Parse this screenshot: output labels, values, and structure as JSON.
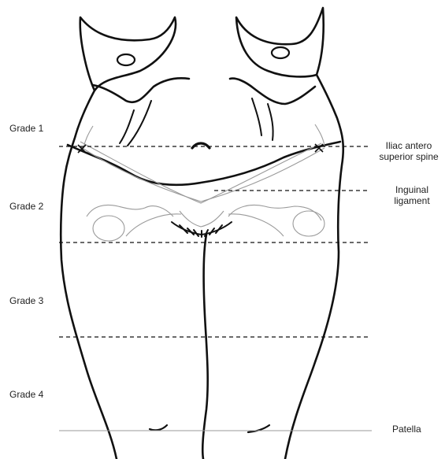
{
  "grades": [
    "Grade 1",
    "Grade 2",
    "Grade 3",
    "Grade 4"
  ],
  "landmarks": {
    "iliac_line1": "Iliac antero",
    "iliac_line2": "superior spine",
    "inguinal_line1": "Inguinal",
    "inguinal_line2": "ligament",
    "patella": "Patella"
  },
  "colors": {
    "line": "#111111",
    "faint": "#9a9a9a",
    "text": "#222222"
  }
}
